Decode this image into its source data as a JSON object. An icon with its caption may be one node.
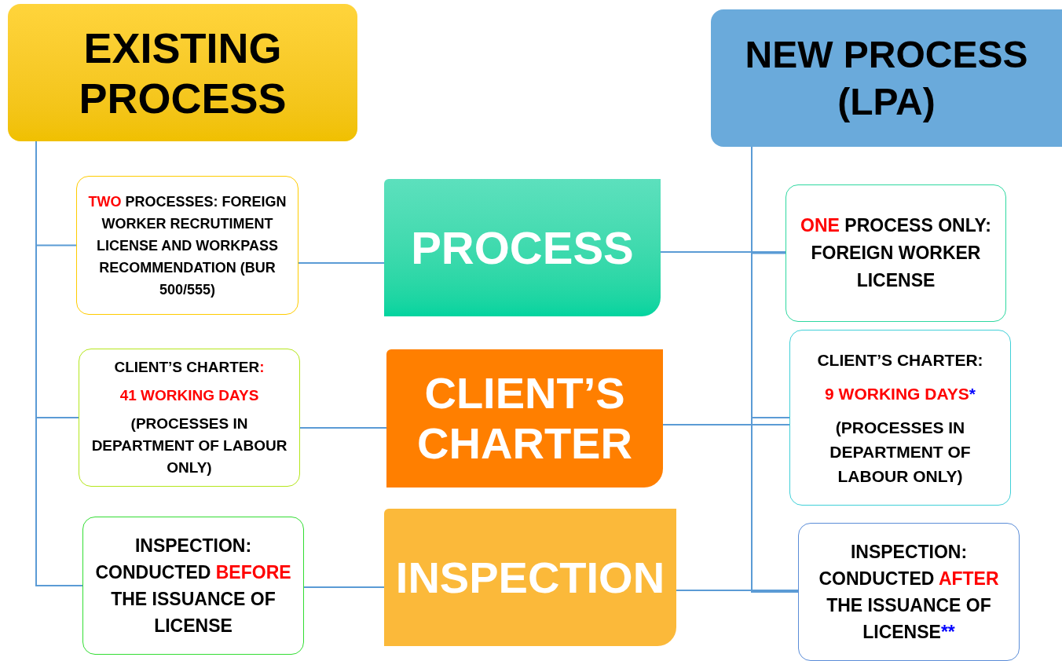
{
  "diagram": {
    "nodes": [
      {
        "text": [
          "EXISTING PROCESS"
        ]
      },
      {
        "text": [
          "NEW PROCESS (LPA)"
        ]
      },
      {
        "text": [
          "**TWO** PROCESSES: FOREIGN WORKER RECRUTIMENT LICENSE AND WORKPASS RECOMMENDATION (BUR 500/555)"
        ]
      },
      {
        "text": [
          "PROCESS"
        ]
      },
      {
        "text": [
          "**ONE** PROCESS ONLY: FOREIGN WORKER LICENSE"
        ]
      },
      {
        "text": [
          "CLIENT’S CHARTER**:**",
          "**41 WORKING DAYS**",
          "(PROCESSES IN DEPARTMENT OF LABOUR ONLY)"
        ]
      },
      {
        "text": [
          "CLIENT’S CHARTER"
        ]
      },
      {
        "text": [
          "CLIENT’S CHARTER:",
          "**9 WORKING DAYS***",
          "(PROCESSES IN DEPARTMENT OF LABOUR ONLY)"
        ]
      },
      {
        "text": [
          "INSPECTION: CONDUCTED **BEFORE** THE ISSUANCE OF LICENSE"
        ]
      },
      {
        "text": [
          "INSPECTION"
        ]
      },
      {
        "text": [
          "INSPECTION: CONDUCTED **AFTER** THE ISSUANCE OF LICENSE**"
        ]
      }
    ],
    "edges": [
      {
        "from": 0,
        "to": 2,
        "arrow": "none"
      },
      {
        "from": 0,
        "to": 5,
        "arrow": "none"
      },
      {
        "from": 0,
        "to": 8,
        "arrow": "none"
      },
      {
        "from": 2,
        "to": 3,
        "arrow": "none"
      },
      {
        "from": 5,
        "to": 6,
        "arrow": "none"
      },
      {
        "from": 8,
        "to": 9,
        "arrow": "none"
      },
      {
        "from": 1,
        "to": 4,
        "arrow": "none"
      },
      {
        "from": 1,
        "to": 7,
        "arrow": "none"
      },
      {
        "from": 1,
        "to": 10,
        "arrow": "none"
      },
      {
        "from": 3,
        "to": 4,
        "arrow": "none"
      },
      {
        "from": 6,
        "to": 7,
        "arrow": "none"
      },
      {
        "from": 9,
        "to": 10,
        "arrow": "none"
      }
    ]
  }
}
